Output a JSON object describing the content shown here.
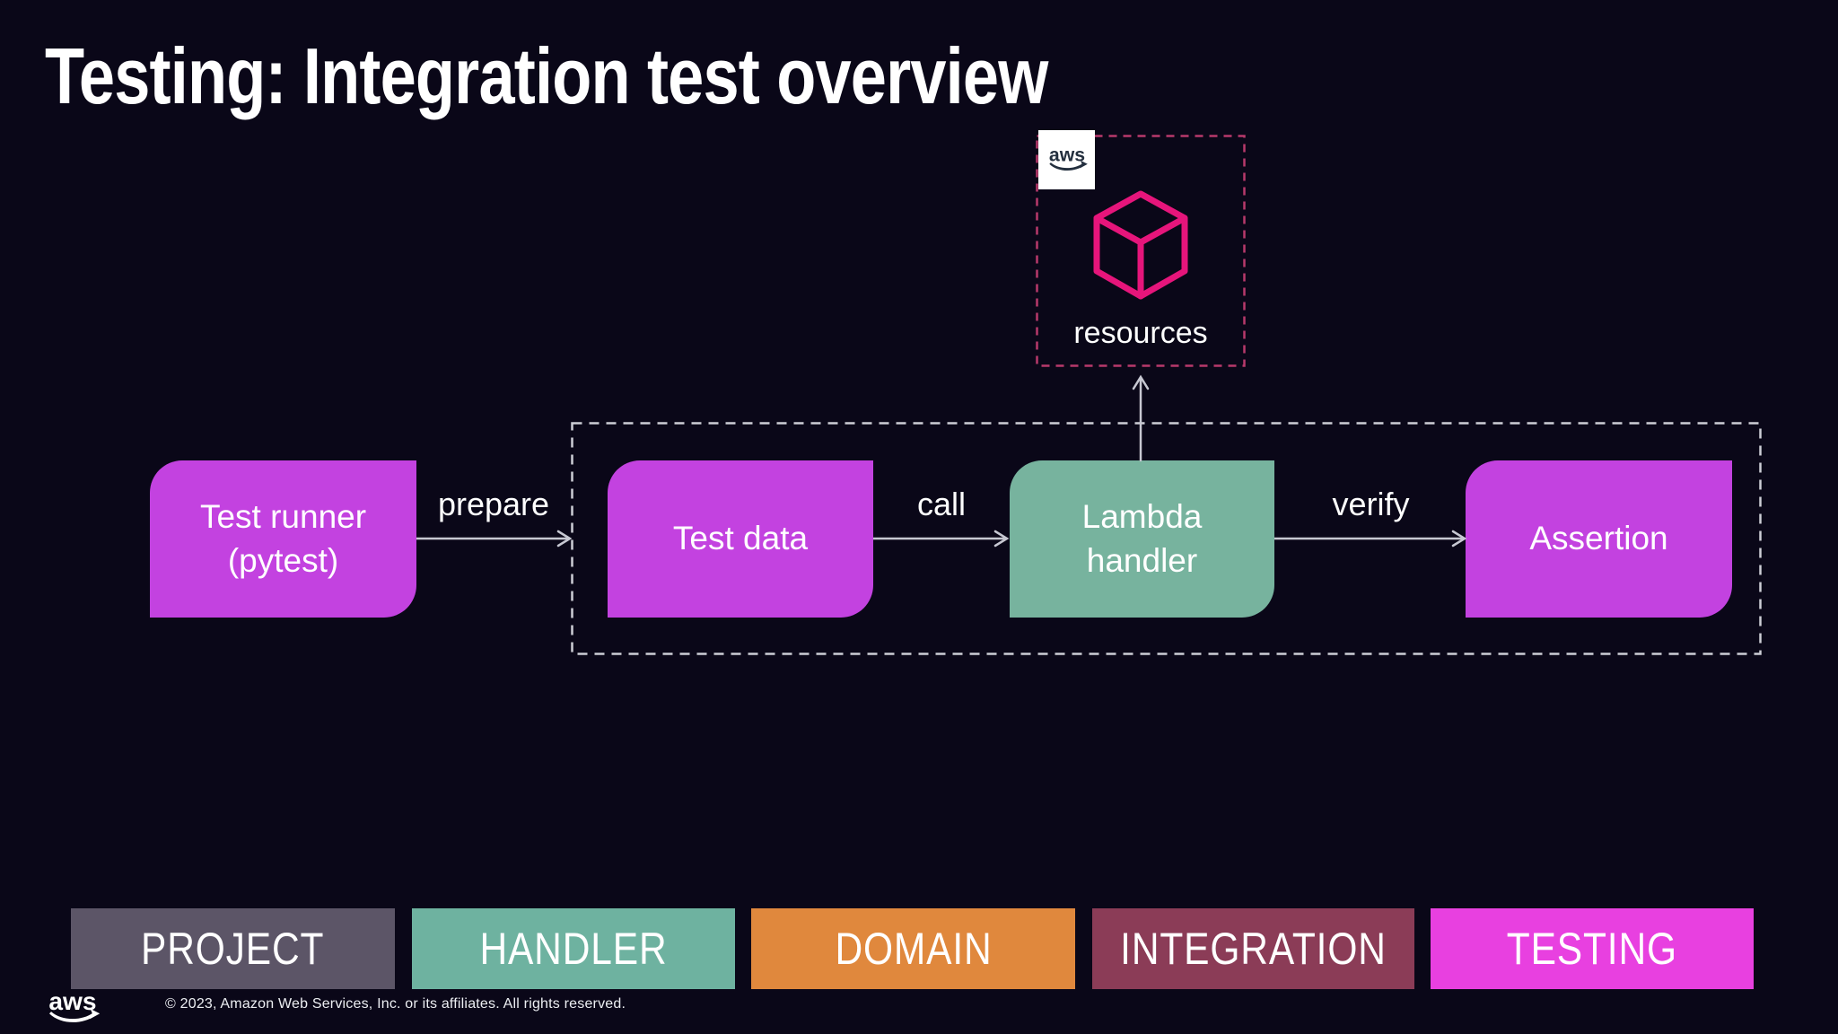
{
  "slide": {
    "title": "Testing: Integration test overview",
    "background": "#0a0718",
    "title_color": "#ffffff"
  },
  "resources_group": {
    "label": "resources",
    "aws_badge_text": "aws",
    "border_color": "#b8396b",
    "cube_color": "#e6157b",
    "badge_logo_color": "#232f3e"
  },
  "scope_box": {
    "border_color": "#cdced6"
  },
  "flow": {
    "arrow_color": "#c7c8d2",
    "nodes": [
      {
        "id": "test-runner",
        "lines": [
          "Test runner",
          "(pytest)"
        ],
        "color": "#c342e0"
      },
      {
        "id": "test-data",
        "lines": [
          "Test data"
        ],
        "color": "#c342e0"
      },
      {
        "id": "lambda-handler",
        "lines": [
          "Lambda",
          "handler"
        ],
        "color": "#77b39e"
      },
      {
        "id": "assertion",
        "lines": [
          "Assertion"
        ],
        "color": "#c342e0"
      }
    ],
    "arrows": [
      {
        "label": "prepare"
      },
      {
        "label": "call"
      },
      {
        "label": "verify"
      }
    ]
  },
  "footer": {
    "tags": [
      {
        "label": "PROJECT",
        "color": "#5c5567"
      },
      {
        "label": "HANDLER",
        "color": "#6eb2a0"
      },
      {
        "label": "DOMAIN",
        "color": "#e0883d"
      },
      {
        "label": "INTEGRATION",
        "color": "#8b3c57"
      },
      {
        "label": "TESTING",
        "color": "#e840e0"
      }
    ],
    "logo_text": "aws",
    "logo_color": "#ffffff",
    "copyright": "© 2023, Amazon Web Services, Inc. or its affiliates. All rights reserved."
  }
}
